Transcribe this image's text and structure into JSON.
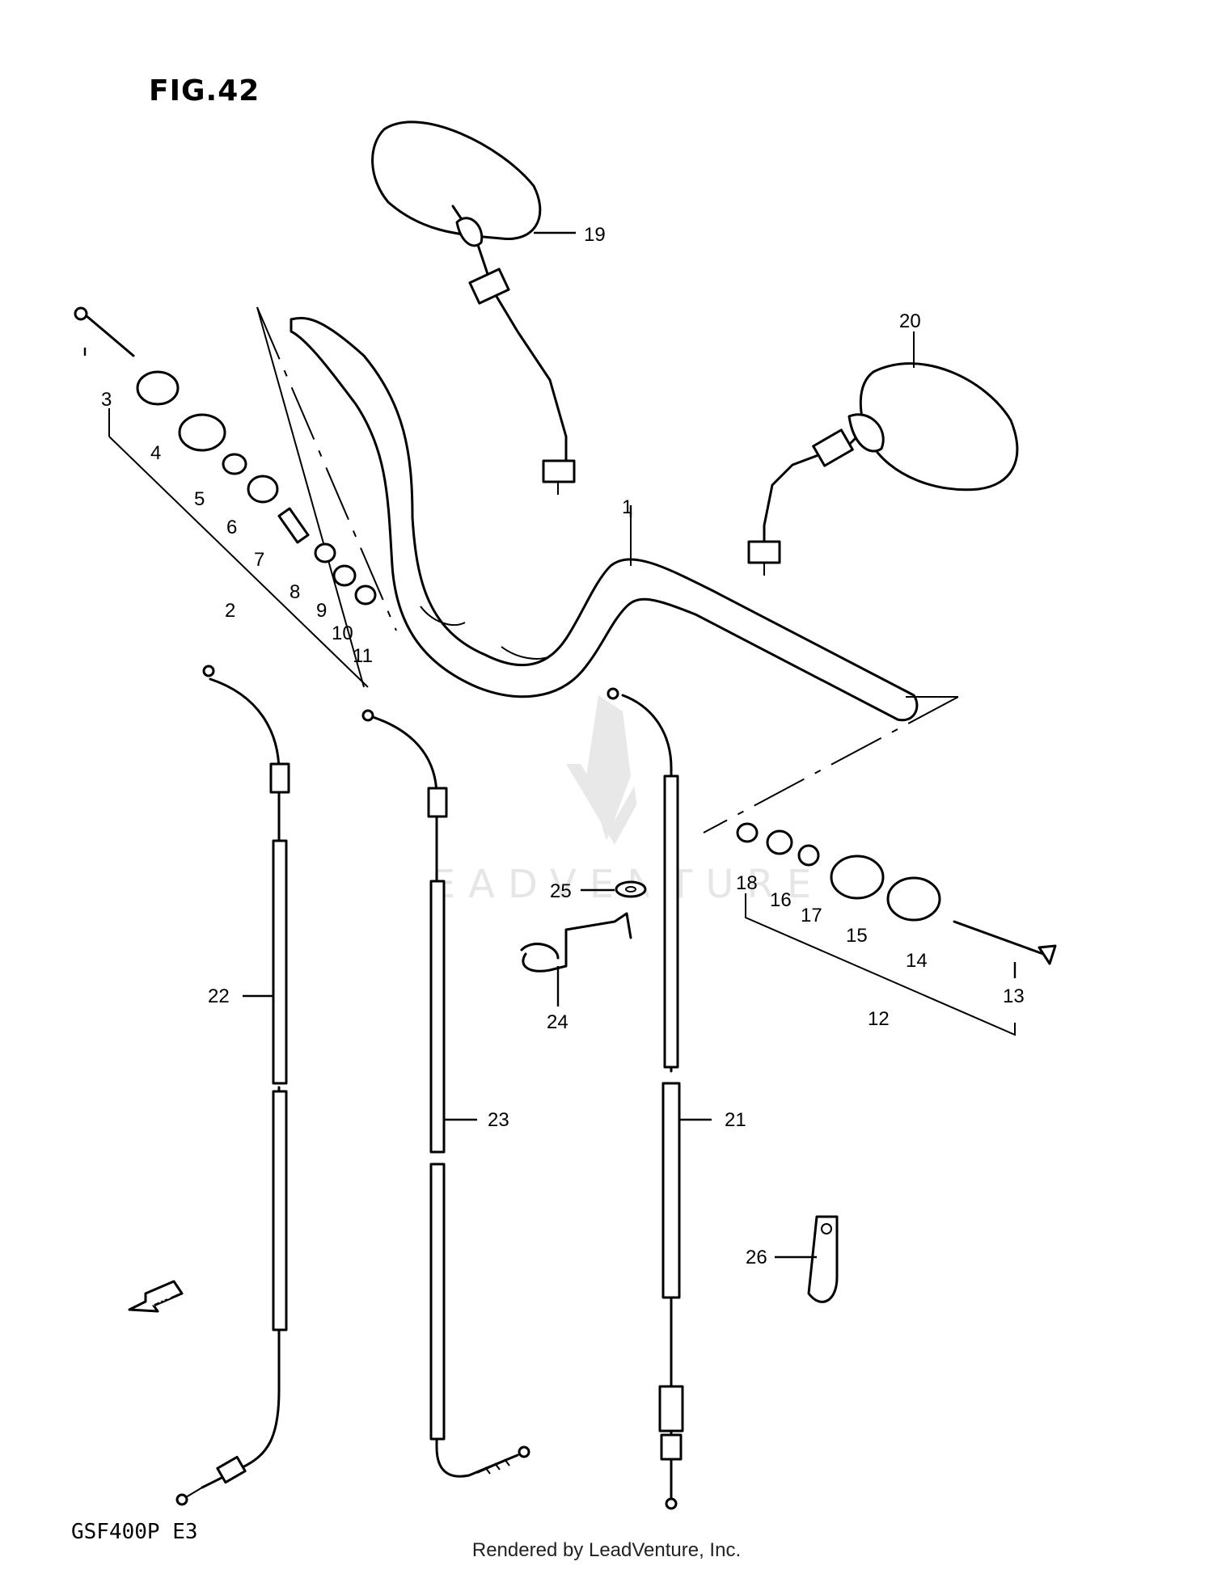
{
  "figure": {
    "title": "FIG.42",
    "model_code": "GSF400P E3"
  },
  "footer": {
    "rendered_by": "Rendered by LeadVenture, Inc."
  },
  "watermark": {
    "text": "LEADVENTURE"
  },
  "callouts": [
    "1",
    "2",
    "3",
    "4",
    "5",
    "6",
    "7",
    "8",
    "9",
    "10",
    "11",
    "12",
    "13",
    "14",
    "15",
    "16",
    "17",
    "18",
    "19",
    "20",
    "21",
    "22",
    "23",
    "24",
    "25",
    "26"
  ],
  "fwd_arrow": {
    "label": "FWD"
  }
}
